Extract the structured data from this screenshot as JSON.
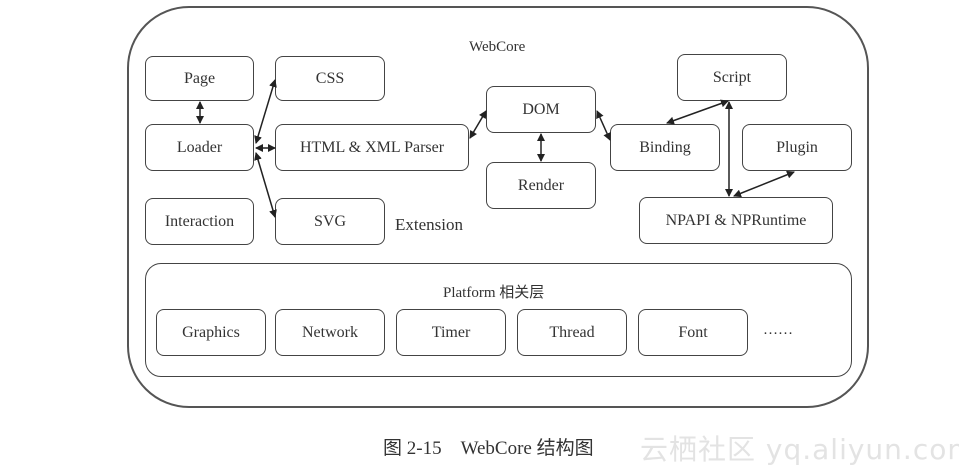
{
  "diagram": {
    "title": "WebCore",
    "extension_label": "Extension",
    "nodes": {
      "page": "Page",
      "css": "CSS",
      "loader": "Loader",
      "html_parser": "HTML & XML Parser",
      "interaction": "Interaction",
      "svg": "SVG",
      "dom": "DOM",
      "render": "Render",
      "script": "Script",
      "binding": "Binding",
      "plugin": "Plugin",
      "npapi": "NPAPI & NPRuntime"
    },
    "platform": {
      "title": "Platform 相关层",
      "items": [
        "Graphics",
        "Network",
        "Timer",
        "Thread",
        "Font"
      ],
      "ellipsis": "……"
    },
    "edges": [
      {
        "from": "Page",
        "to": "Loader",
        "type": "bidirectional"
      },
      {
        "from": "Loader",
        "to": "CSS",
        "type": "bidirectional"
      },
      {
        "from": "Loader",
        "to": "HTML & XML Parser",
        "type": "bidirectional"
      },
      {
        "from": "Loader",
        "to": "SVG",
        "type": "bidirectional"
      },
      {
        "from": "HTML & XML Parser",
        "to": "DOM",
        "type": "bidirectional"
      },
      {
        "from": "DOM",
        "to": "Render",
        "type": "bidirectional"
      },
      {
        "from": "DOM",
        "to": "Binding",
        "type": "bidirectional"
      },
      {
        "from": "Binding",
        "to": "Script",
        "type": "bidirectional"
      },
      {
        "from": "Script",
        "to": "NPAPI & NPRuntime",
        "type": "bidirectional"
      },
      {
        "from": "NPAPI & NPRuntime",
        "to": "Plugin",
        "type": "bidirectional"
      }
    ]
  },
  "caption": "图 2-15　WebCore 结构图",
  "watermark": "云栖社区 yq.aliyun.com"
}
